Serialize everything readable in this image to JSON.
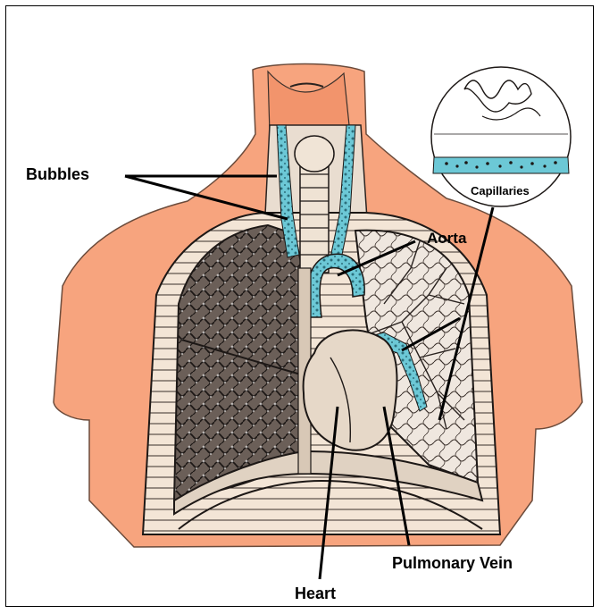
{
  "labels": {
    "bubbles": "Bubbles",
    "capillaries": "Capillaries",
    "aorta": "Aorta",
    "heart": "Heart",
    "pulmonary_vein": "Pulmonary Vein"
  },
  "colors": {
    "skin": "#F7A47E",
    "bubbles": "#6CC8D6",
    "ink": "#1a1a1a",
    "lung": "#3a3230",
    "background": "#FFFFFF"
  }
}
